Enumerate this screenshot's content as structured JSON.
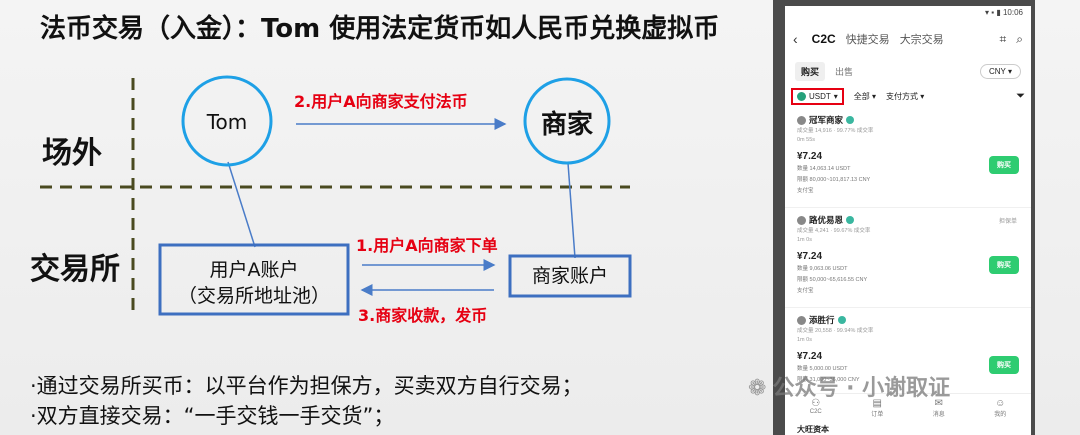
{
  "slide": {
    "title": "法币交易（入金）：Tom 使用法定货币如人民币兑换虚拟币",
    "zones": {
      "outside": "场外",
      "exchange": "交易所"
    },
    "nodes": {
      "tom": "Tom",
      "merchant": "商家",
      "user_account_line1": "用户A账户",
      "user_account_line2": "（交易所地址池）",
      "merchant_account": "商家账户"
    },
    "steps": {
      "step1": "1.用户A向商家下单",
      "step2": "2.用户A向商家支付法币",
      "step3": "3.商家收款，发币"
    },
    "bullets": [
      "·通过交易所买币：以平台作为担保方，买卖双方自行交易；",
      "·双方直接交易：“一手交钱一手交货”；"
    ],
    "colors": {
      "circle": "#1ea0e6",
      "box": "#3d6fc0",
      "arrow": "#4a7cc8",
      "dash": "#4a4a20",
      "step_text": "#e60012"
    }
  },
  "phone": {
    "status_time": "10:06",
    "nav_tabs": [
      "C2C",
      "快捷交易",
      "大宗交易"
    ],
    "tabs2": [
      "购买",
      "出售"
    ],
    "currency": "CNY",
    "filters": {
      "coin": "USDT",
      "amount": "全部",
      "payment": "支付方式"
    },
    "merchants": [
      {
        "name": "冠军商家",
        "meta1": "成交量 14,916 · 99.77% 成交率",
        "meta2": "0m 55s",
        "price": "¥7.24",
        "qty": "数量  14,063.14 USDT",
        "limit": "限额  80,000~101,817.13 CNY",
        "pay": "支付宝",
        "tag": "",
        "buy": "购买"
      },
      {
        "name": "路优易恩",
        "meta1": "成交量 4,241 · 99.67% 成交率",
        "meta2": "1m 0s",
        "price": "¥7.24",
        "qty": "数量  9,063.06 USDT",
        "limit": "限额  50,000~65,616.55 CNY",
        "pay": "支付宝",
        "tag": "担保单",
        "buy": "购买"
      },
      {
        "name": "添胜行",
        "meta1": "成交量 20,558 · 99.94% 成交率",
        "meta2": "1m 0s",
        "price": "¥7.24",
        "qty": "数量  5,000.00 USDT",
        "limit": "限额  31,000~36,000 CNY",
        "pay": "",
        "tag": "",
        "buy": "购买"
      }
    ],
    "last_merchant": "大旺资本",
    "bottom_nav": [
      "C2C",
      "订单",
      "消息",
      "我的"
    ],
    "watermark": "公众号 · 小谢取证"
  }
}
